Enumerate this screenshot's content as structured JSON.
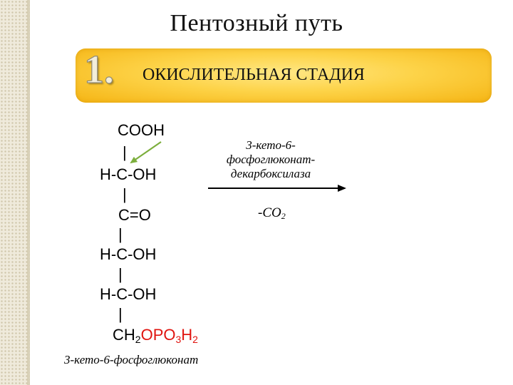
{
  "title": "Пентозный путь",
  "stage": {
    "number": "1.",
    "label": "ОКИСЛИТЕЛЬНАЯ СТАДИЯ"
  },
  "molecule": {
    "line1": "COOH",
    "bond": "|",
    "line2": "H-C-OH",
    "line3": "C=O",
    "line4": "H-C-OH",
    "line5": "H-C-OH",
    "line6": {
      "ch": "CH",
      "ch_sub": "2",
      "opo": "OPO",
      "opo_sub": "3",
      "h": "H",
      "h_sub": "2"
    },
    "name": "3-кето-6-фосфоглюконат"
  },
  "reaction": {
    "enzyme_line1": "3-кето-6-",
    "enzyme_line2": "фосфоглюконат-",
    "enzyme_line3": "декарбоксилаза",
    "byproduct": "-CO",
    "byproduct_sub": "2"
  },
  "colors": {
    "banner": "#fdd348",
    "phosphate": "#e0140f",
    "arrow_green": "#7cae3c"
  }
}
